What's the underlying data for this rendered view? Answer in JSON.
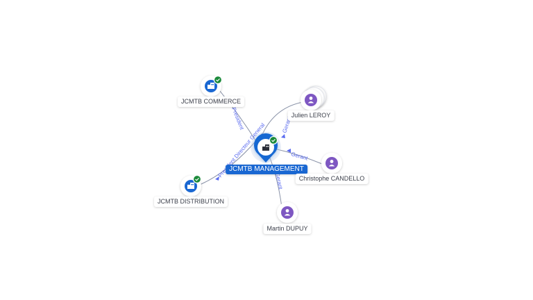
{
  "colors": {
    "company": "#1967d2",
    "person": "#7e57c2",
    "verified": "#1b8a3a",
    "edge": "#8a93a8",
    "edge_label": "#5b6cf0"
  },
  "center": {
    "label": "JCMTB MANAGEMENT",
    "icon": "building-icon",
    "verified": true
  },
  "nodes": {
    "commerce": {
      "label": "JCMTB COMMERCE",
      "type": "company",
      "icon": "building-icon",
      "verified": true
    },
    "distribution": {
      "label": "JCMTB DISTRIBUTION",
      "type": "company",
      "icon": "building-icon",
      "verified": true
    },
    "leroy": {
      "label": "Julien LEROY",
      "type": "person",
      "icon": "person-icon"
    },
    "candello": {
      "label": "Christophe CANDELLO",
      "type": "person",
      "icon": "person-icon"
    },
    "dupuy": {
      "label": "Martin DUPUY",
      "type": "person",
      "icon": "person-icon"
    }
  },
  "edges": {
    "commerce": "President",
    "distribution": "President Directeur General",
    "leroy": "Gerant",
    "candello": "Gerant",
    "dupuy": "Gerant"
  }
}
